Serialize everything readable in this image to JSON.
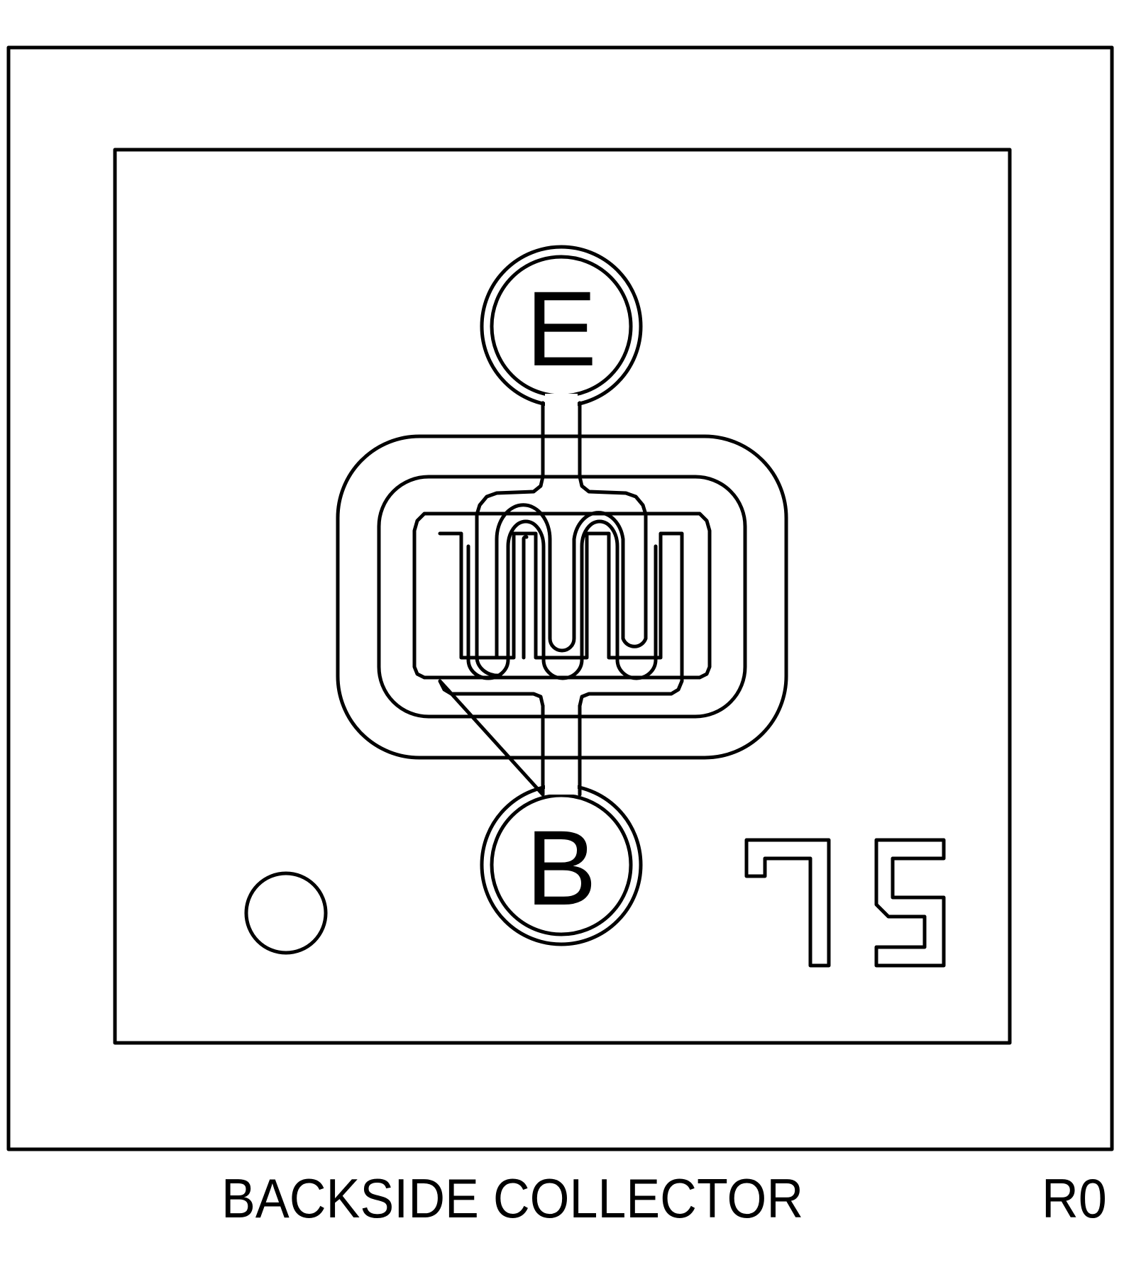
{
  "diagram": {
    "type": "transistor die layout (top view)",
    "pads": {
      "emitter": {
        "label": "E"
      },
      "base": {
        "label": "B"
      }
    },
    "die_marking": "75",
    "orientation_mark": "circle",
    "colors": {
      "line": "#000000",
      "background": "#ffffff"
    }
  },
  "captions": {
    "main": "BACKSIDE COLLECTOR",
    "revision": "R0"
  }
}
